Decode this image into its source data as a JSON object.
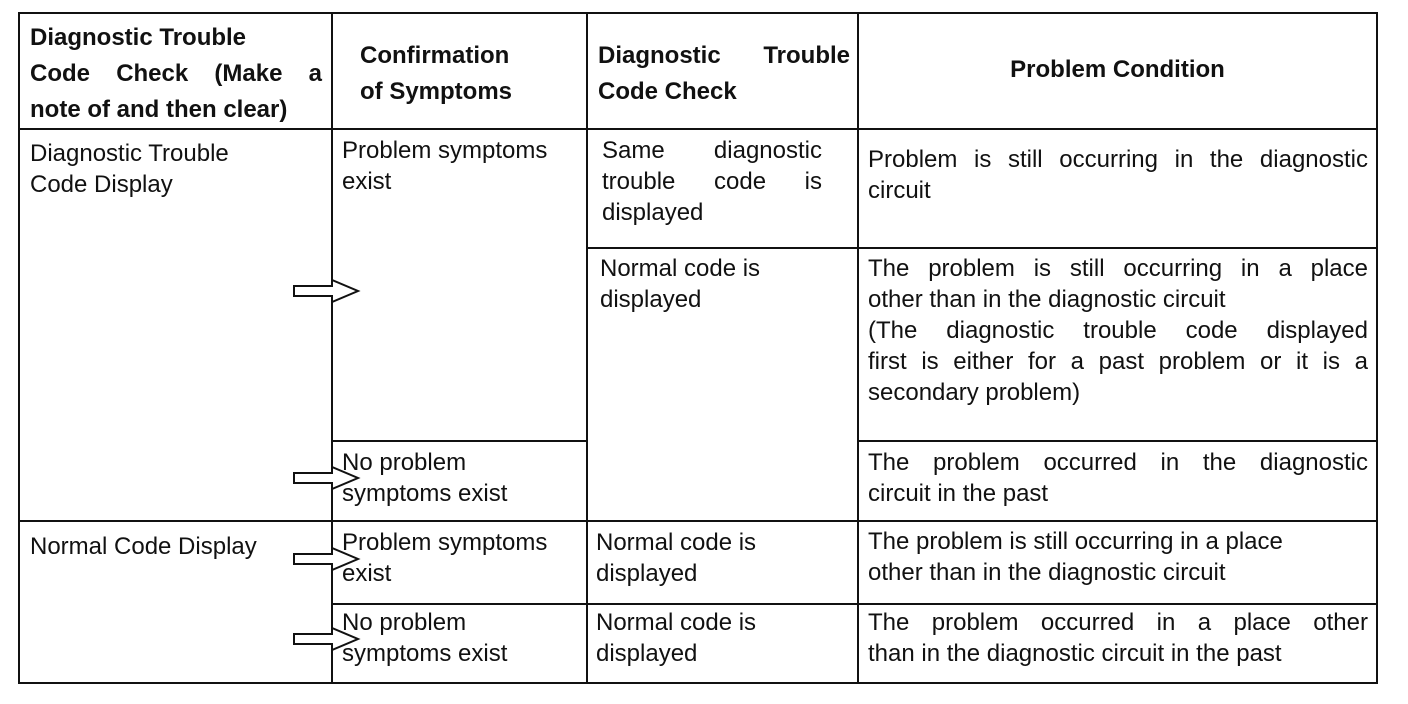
{
  "table": {
    "headers": [
      [
        "Diagnostic Trouble",
        "Code Check (Make a",
        "note of and then clear)"
      ],
      [
        "Confirmation",
        "of Symptoms"
      ],
      [
        "Diagnostic Trouble",
        "Code Check"
      ],
      [
        "Problem Condition"
      ]
    ],
    "col1": {
      "dtc_display": [
        "Diagnostic Trouble",
        "Code Display"
      ],
      "normal_display": "Normal Code Display"
    },
    "col2": {
      "r1": [
        "Problem symptoms",
        "exist"
      ],
      "r2": [
        "No problem",
        "symptoms exist"
      ],
      "r3": [
        "Problem symptoms",
        "exist"
      ],
      "r4": [
        "No problem",
        "symptoms exist"
      ]
    },
    "col3": {
      "r1": [
        "Same diagnostic",
        "trouble code is",
        "displayed"
      ],
      "r2": [
        "Normal code is",
        "displayed"
      ],
      "r3": [
        "Normal code is",
        "displayed"
      ],
      "r4": [
        "Normal code is",
        "displayed"
      ]
    },
    "col4": {
      "r1": [
        "Problem is still occurring in the diagnostic",
        "circuit"
      ],
      "r2": [
        "The problem is still occurring in a place",
        "other than in the diagnostic circuit",
        "(The diagnostic trouble code displayed",
        "first is either for a past problem or it is a",
        "secondary problem)"
      ],
      "r3": [
        "The problem occurred in the diagnostic",
        "circuit in the past"
      ],
      "r4": [
        "The problem is still occurring in a place",
        "other than in the diagnostic circuit"
      ],
      "r5": [
        "The problem occurred in a place other",
        "than in the diagnostic circuit in the past"
      ]
    }
  }
}
